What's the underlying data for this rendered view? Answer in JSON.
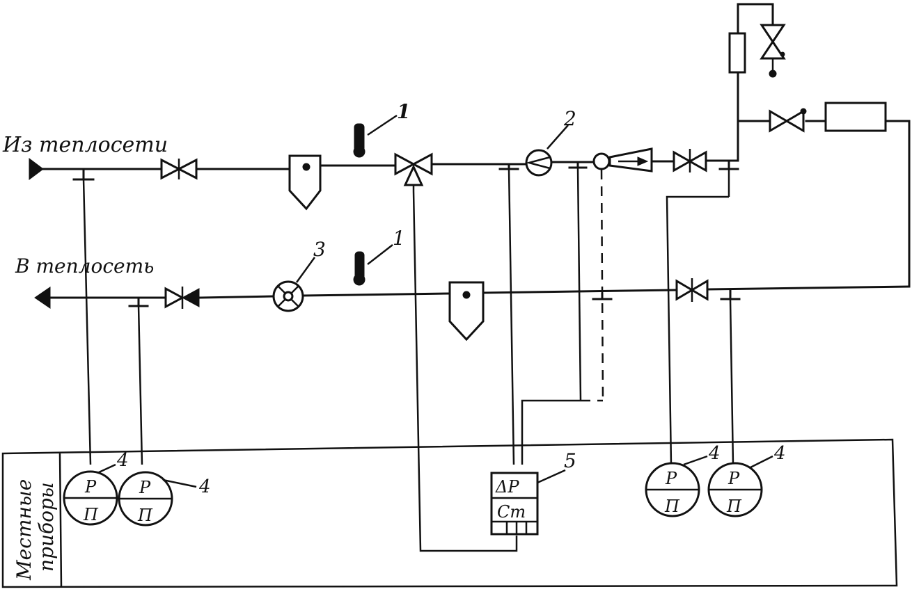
{
  "labels": {
    "from_network": "Из теплосети",
    "to_network": "В теплосеть",
    "local_instruments_line1": "Местные",
    "local_instruments_line2": "приборы"
  },
  "numbers": {
    "thermometer_1a": "1",
    "thermometer_1b": "1",
    "pump": "2",
    "flowmeter": "3",
    "gauge_a": "4",
    "gauge_b": "4",
    "gauge_c": "4",
    "gauge_d": "4",
    "diff_meter": "5"
  },
  "gauge_text": {
    "top": "Р",
    "bottom": "П",
    "dp_top": "ΔР",
    "dp_bottom": "Ст"
  }
}
